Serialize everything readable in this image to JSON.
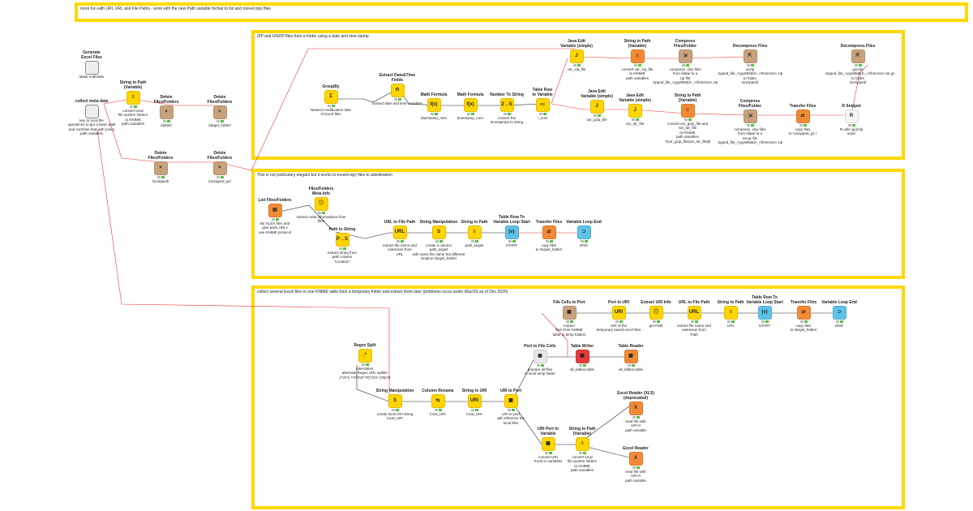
{
  "annotations": {
    "top": "more fun with URI, URL and File Paths    - work with the new Path variable format to list and move/copy files",
    "zip": "ZIP and UNZIP files from a folder using a date and time stamp",
    "move": "This is not particulary elegant but it works to move/copy files to adestination",
    "excel": "collect several Excel files in one KNIME table from a temporary folder and extract them later (problems occur under MacOS as of Dec 2020)"
  },
  "left": {
    "generate_title": "Generate\nExcel Files",
    "generate_desc": "/data/ subfolder",
    "collect_title": "collect meta data",
    "collect_desc": "key to local file\noperations to get a basic path\nand combine that with (new)\npath variables"
  },
  "nodes": {
    "n1": {
      "title": "String to Path\n(Variable)",
      "desc": "convert local\nfile system folders\nto KNIME\npath variables"
    },
    "n2": {
      "title": "Delete\nFiles/Folders",
      "desc": "/data2/"
    },
    "n3": {
      "title": "Delete\nFiles/Folders",
      "desc": "/target_folder/"
    },
    "n4": {
      "title": "Delete\nFiles/Folders",
      "desc": "/unzipped/"
    },
    "n5": {
      "title": "Delete\nFiles/Folders",
      "desc": "/unzipped_gz/"
    },
    "z1": {
      "title": "GroupBy",
      "desc": "Newest modification date\nof Excel files"
    },
    "z2": {
      "title": "Extract Date&Time\nFields",
      "desc": "Extract date and time variables"
    },
    "z3": {
      "title": "Math Formula",
      "desc": "datestamp_num"
    },
    "z4": {
      "title": "Math Formula",
      "desc": "timestamp_num"
    },
    "z5": {
      "title": "Number To String",
      "desc": "convert the\ntimestamps to string"
    },
    "z6": {
      "title": "Table Row\nto Variable",
      "desc": "*_num"
    },
    "z7": {
      "title": "Java Edit\nVariable (simple)",
      "desc": "var_zip_file"
    },
    "z8": {
      "title": "String to Path\n(Variable)",
      "desc": "convert var_zip_file\nto KNIME\npath variables"
    },
    "z9": {
      "title": "Compress\nFiles/Folder",
      "desc": "compress .xlsx files\nfrom /data/ to a\nzip file\nzipped_file_<yyyMMdd>_<hhmmss>.zip"
    },
    "z10": {
      "title": "Decompress Files",
      "desc": "unzip\nzipped_file_<yyyMMdd>_<hhmmss>.zip\nto folder\n/unzipped/"
    },
    "z11": {
      "title": "Decompress Files",
      "desc": "gunzip\nzipped_file_<yyyMMdd>_<hhmmss>.tar.gz\nto folder\n/unzipped/"
    },
    "z12": {
      "title": "Java Edit\nVariable (simple)",
      "desc": "var_gzip_file"
    },
    "z13": {
      "title": "Java Edit\nVariable (simple)",
      "desc": "var_tar_file"
    },
    "z14": {
      "title": "String to Path\n(Variable)",
      "desc": "convert var_gzip_file and\nvar_tar_file\nto KNIME\npath variables\n*(var_gzip_file|var_tar_file)$"
    },
    "z15": {
      "title": "Compress\nFiles/Folder",
      "desc": "compress .xlsx files\nfrom /data/ to a\ntar.gz file\nzipped_file_<yyyMMdd>_<hhmmss>.zip"
    },
    "z16": {
      "title": "Transfer Files",
      "desc": "copy files\nto /unzipped_gz /"
    },
    "z17": {
      "title": "R Snippet",
      "desc": "R.utils::gunzip\nuntar"
    },
    "m1": {
      "title": "List Files/Folders",
      "desc": "list XLSX files and\ngive back URLs\nuse KNIME protocol"
    },
    "m2": {
      "title": "Files/Folders\nMeta Info",
      "desc": "extract meta informations from\nfiles"
    },
    "m3": {
      "title": "Path to String",
      "desc": "extract string from\npath column\n\"Location\""
    },
    "m4": {
      "title": "URL to File Path",
      "desc": "extract file name and\nextension from\nURL"
    },
    "m5": {
      "title": "String Manipulation",
      "desc": "create a column\npath_target\nwith same file name but different\nlocation /target_folder/"
    },
    "m6": {
      "title": "String to Path",
      "desc": "path_target"
    },
    "m7": {
      "title": "Table Row To\nVariable Loop Start",
      "desc": "START"
    },
    "m8": {
      "title": "Transfer Files",
      "desc": "copy files\nto /target_folder/"
    },
    "m9": {
      "title": "Variable Loop End",
      "desc": "END"
    },
    "e1": {
      "title": "Regex Split",
      "desc": "Alternative:\nalternate Regex URL splitter\n(^\\/\\/?).*?\\/?(\\/[^?#]*)?(#.*)?$)?$"
    },
    "e2": {
      "title": "String Manipulation",
      "desc": "create local URI string\nlocal_URI"
    },
    "e3": {
      "title": "Column Rename",
      "desc": "local_URI"
    },
    "e4": {
      "title": "String to URI",
      "desc": "local_URI"
    },
    "e5": {
      "title": "URI to Port",
      "desc": "URI to port\nwill reference the\nlocal files"
    },
    "e6": {
      "title": "Port to File Cells",
      "desc": "prepare all files\nin local temp folder"
    },
    "e7": {
      "title": "Table Writer",
      "desc": "all_tables.table"
    },
    "e8": {
      "title": "Table Reader",
      "desc": "all_tables.table"
    },
    "e9": {
      "title": "File Cells to Port",
      "desc": "extract\nfiles from KNIME\ntable to temp folders"
    },
    "e10": {
      "title": "Port to URI",
      "desc": "URI of the\ntemporary saved excel files"
    },
    "e11": {
      "title": "Extract URI Info",
      "desc": "get Path"
    },
    "e12": {
      "title": "URL to File Path",
      "desc": "extract file name and\nextension from\nPath"
    },
    "e13": {
      "title": "String to Path",
      "desc": "URI"
    },
    "e14": {
      "title": "Table Row To\nVariable Loop Start",
      "desc": "START"
    },
    "e15": {
      "title": "Transfer Files",
      "desc": "copy files\nto /target_folder/"
    },
    "e16": {
      "title": "Variable Loop End",
      "desc": "END"
    },
    "e17": {
      "title": "URI Port to\nVariable",
      "desc": "convert URI\nPorts to variables"
    },
    "e18": {
      "title": "String to Path\n(Variable)",
      "desc": "convert local\nfile system folders\nto KNIME\npath variables"
    },
    "e19": {
      "title": "Excel Reader (XLS)\n(deprecated)",
      "desc": "read file with\nURI-0\npath variable"
    },
    "e20": {
      "title": "Excel Reader",
      "desc": "read file with\nURI-0\npath variable"
    }
  },
  "colors": {
    "frame": "#ffd800",
    "wire": "#222222",
    "flow_var": "#e53a3a"
  }
}
